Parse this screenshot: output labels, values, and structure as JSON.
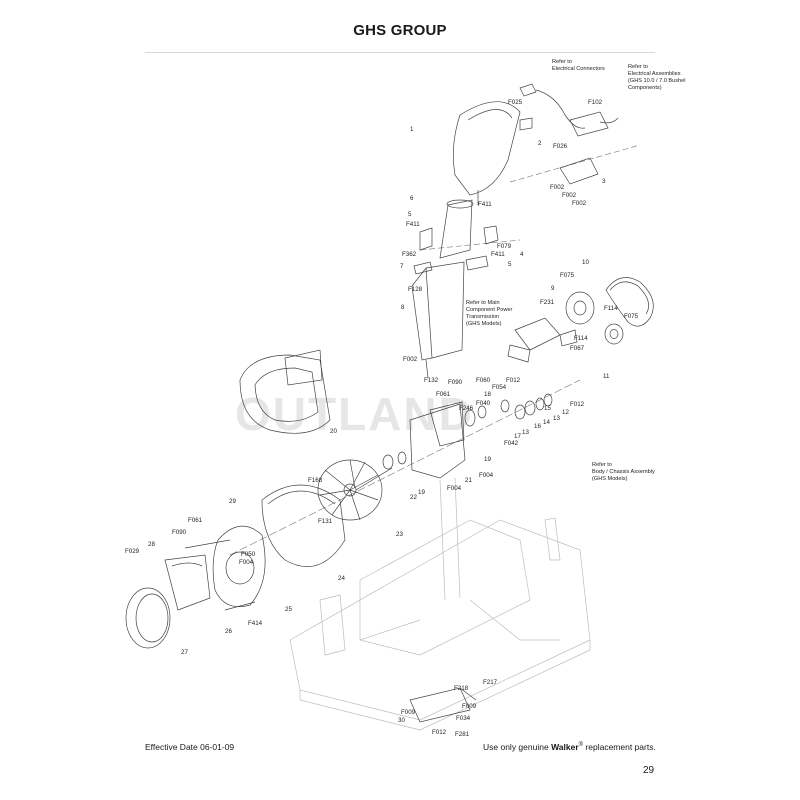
{
  "title": "GHS GROUP",
  "watermark": "OUTLAND",
  "references": {
    "electrical_connectors": [
      "Refer to",
      "Electrical Connectors"
    ],
    "electrical_assemblies": [
      "Refer to",
      "Electrical Assemblies",
      "(GHS 10.0 / 7.0 Bushel",
      "Components)"
    ],
    "main_component": [
      "Refer to Main",
      "Component Power",
      "Transmission",
      "(GHS Models)"
    ],
    "body_chassis": [
      "Refer to",
      "Body / Chassis Assembly",
      "(GHS Models)"
    ]
  },
  "callouts": {
    "F025": "F025",
    "F102": "F102",
    "F026": "F026",
    "F002a": "F002",
    "F002b": "F002",
    "F002c": "F002",
    "F411a": "F411",
    "F411b": "F411",
    "F411c": "F411",
    "F079": "F079",
    "F362": "F362",
    "F128": "F128",
    "F231": "F231",
    "F075a": "F075",
    "F075b": "F075",
    "F114a": "F114",
    "F114b": "F114",
    "F067": "F067",
    "F132": "F132",
    "F090a": "F090",
    "F090b": "F090",
    "F060": "F060",
    "F012a": "F012",
    "F012b": "F012",
    "F012c": "F012",
    "F061a": "F061",
    "F061b": "F061",
    "F054": "F054",
    "F246": "F246",
    "F040": "F040",
    "F042": "F042",
    "F004a": "F004",
    "F004b": "F004",
    "F004c": "F004",
    "F168": "F168",
    "F131": "F131",
    "F029": "F029",
    "F050": "F050",
    "F414": "F414",
    "F217": "F217",
    "F218": "F218",
    "F009a": "F009",
    "F009b": "F009",
    "F034": "F034",
    "F281": "F281",
    "n1": "1",
    "n2": "2",
    "n3": "3",
    "n4": "4",
    "n5a": "5",
    "n5b": "5",
    "n6": "6",
    "n7": "7",
    "n8": "8",
    "n9": "9",
    "n10": "10",
    "n11": "11",
    "n12": "12",
    "n13a": "13",
    "n13b": "13",
    "n14": "14",
    "n15": "15",
    "n16": "16",
    "n17": "17",
    "n18": "18",
    "n19a": "19",
    "n19b": "19",
    "n20": "20",
    "n21": "21",
    "n22": "22",
    "n23": "23",
    "n24": "24",
    "n25": "25",
    "n26": "26",
    "n27": "27",
    "n28": "28",
    "n29": "29",
    "n30": "30"
  },
  "footer": {
    "effective_date": "Effective Date 06-01-09",
    "genuine_prefix": "Use only genuine",
    "brand": "Walker",
    "registered": "®",
    "genuine_suffix": "replacement parts.",
    "page_number": "29"
  }
}
